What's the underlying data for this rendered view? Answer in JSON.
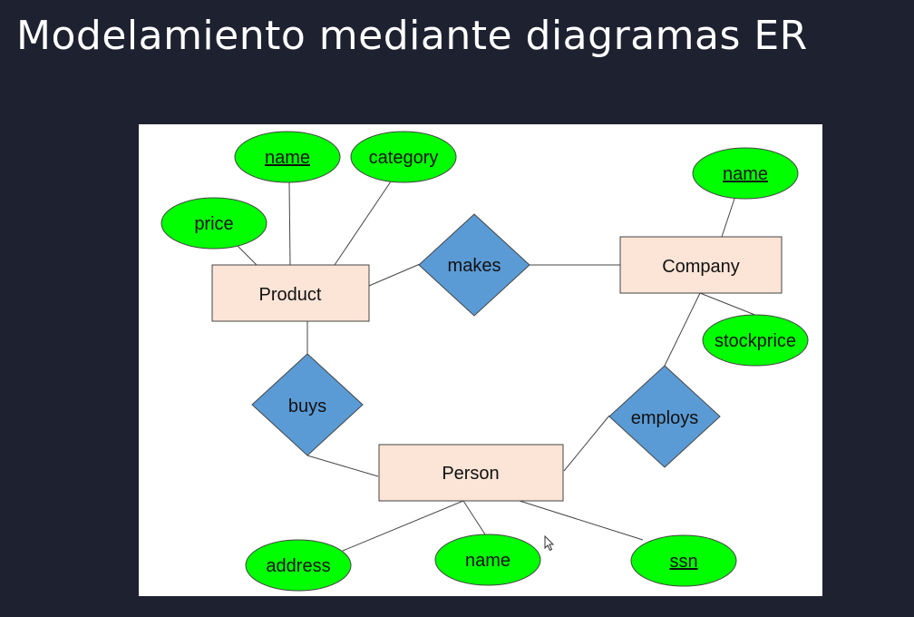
{
  "slide": {
    "title": "Modelamiento mediante diagramas ER"
  },
  "diagram": {
    "entities": {
      "product": "Product",
      "company": "Company",
      "person": "Person"
    },
    "relationships": {
      "makes": "makes",
      "buys": "buys",
      "employs": "employs"
    },
    "attributes": {
      "product_name": {
        "label": "name",
        "key": true
      },
      "product_category": {
        "label": "category",
        "key": false
      },
      "product_price": {
        "label": "price",
        "key": false
      },
      "company_name": {
        "label": "name",
        "key": true
      },
      "company_stockprice": {
        "label": "stockprice",
        "key": false
      },
      "person_address": {
        "label": "address",
        "key": false
      },
      "person_name": {
        "label": "name",
        "key": false
      },
      "person_ssn": {
        "label": "ssn",
        "key": true
      }
    },
    "colors": {
      "entity_fill": "#fce4d6",
      "relationship_fill": "#5b9bd5",
      "attribute_fill": "#00ff00",
      "line": "#444444"
    }
  }
}
